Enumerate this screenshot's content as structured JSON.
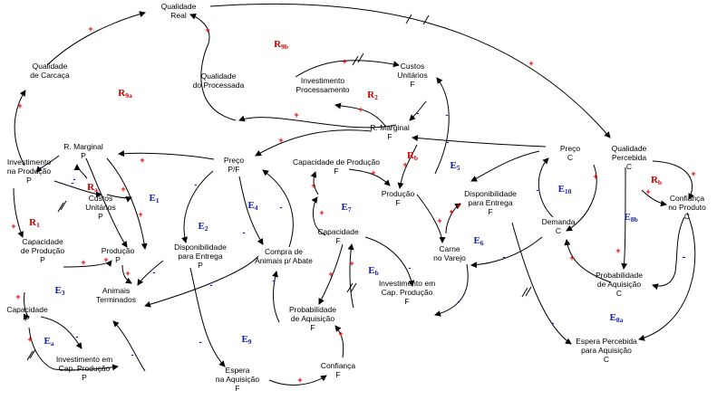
{
  "variables": [
    {
      "id": "qualidade-real",
      "lines": [
        "Qualidade",
        "Real"
      ]
    },
    {
      "id": "qualidade-carcaca",
      "lines": [
        "Qualidade",
        "de Carcaça"
      ]
    },
    {
      "id": "qualidade-processada",
      "lines": [
        "Qualidade",
        "do Processada"
      ]
    },
    {
      "id": "investimento-processamento",
      "lines": [
        "Investimento",
        "Processamento"
      ]
    },
    {
      "id": "custos-unitarios-f",
      "lines": [
        "Custos",
        "Unitários",
        "F"
      ]
    },
    {
      "id": "r-marginal-f",
      "lines": [
        "R. Marginal",
        "F"
      ]
    },
    {
      "id": "r-marginal-p",
      "lines": [
        "R. Marginal",
        "P"
      ]
    },
    {
      "id": "preco-pf",
      "lines": [
        "Preço",
        "P/F"
      ]
    },
    {
      "id": "preco-c",
      "lines": [
        "Preço",
        "C"
      ]
    },
    {
      "id": "qualidade-percebida-c",
      "lines": [
        "Qualidade",
        "Percebida",
        "C"
      ]
    },
    {
      "id": "investimento-producao-p",
      "lines": [
        "Investimento",
        "na Produção",
        "P"
      ]
    },
    {
      "id": "custos-unitarios-p",
      "lines": [
        "Custos",
        "Unitários",
        "P"
      ]
    },
    {
      "id": "capacidade-producao-p",
      "lines": [
        "Capacidade",
        "de Produção",
        "P"
      ]
    },
    {
      "id": "producao-p",
      "lines": [
        "Produção",
        "P"
      ]
    },
    {
      "id": "animais-terminados",
      "lines": [
        "Animais",
        "Terminados"
      ]
    },
    {
      "id": "disponibilidade-entrega-p",
      "lines": [
        "Disponibilidade",
        "para Entrega",
        "P"
      ]
    },
    {
      "id": "compra-animais",
      "lines": [
        "Compra de",
        "Animais p/ Abate"
      ]
    },
    {
      "id": "capacidade-producao-f",
      "lines": [
        "Capacidade de Produção",
        "F"
      ]
    },
    {
      "id": "producao-f",
      "lines": [
        "Produção",
        "F"
      ]
    },
    {
      "id": "capacidade-f",
      "lines": [
        "Capacidade",
        "F"
      ]
    },
    {
      "id": "carne-varejo",
      "lines": [
        "Carne",
        "no Varejo"
      ]
    },
    {
      "id": "disponibilidade-entrega-f",
      "lines": [
        "Disponibilidade",
        "para Entrega",
        "F"
      ]
    },
    {
      "id": "demanda-c",
      "lines": [
        "Demanda",
        "C"
      ]
    },
    {
      "id": "confianca-produto-c",
      "lines": [
        "Confiança",
        "no Produto",
        "C"
      ]
    },
    {
      "id": "probabilidade-aquisicao-c",
      "lines": [
        "Probabilidade",
        "de Aquisição",
        "C"
      ]
    },
    {
      "id": "probabilidade-aquisicao-f",
      "lines": [
        "Probabilidade",
        "de Aquisição",
        "F"
      ]
    },
    {
      "id": "investimento-cap-producao-f",
      "lines": [
        "Investimento em",
        "Cap. Produção",
        "F"
      ]
    },
    {
      "id": "capacidade-p",
      "lines": [
        "Capacidade",
        "P"
      ]
    },
    {
      "id": "investimento-cap-producao-p",
      "lines": [
        "Investimento em",
        "Cap. Produção",
        "P"
      ]
    },
    {
      "id": "espera-aquisicao-f",
      "lines": [
        "Espera",
        "na Aquisição",
        "F"
      ]
    },
    {
      "id": "confianca-f",
      "lines": [
        "Confiança",
        "F"
      ]
    },
    {
      "id": "espera-percebida-c",
      "lines": [
        "Espera Percebida",
        "para Aquisição",
        "C"
      ]
    }
  ],
  "loops": [
    {
      "id": "r9b",
      "main": "R",
      "sub": "9b",
      "color": "#d00000"
    },
    {
      "id": "r9a",
      "main": "R",
      "sub": "9a",
      "color": "#d00000"
    },
    {
      "id": "r2",
      "main": "R",
      "sub": "2",
      "color": "#d00000"
    },
    {
      "id": "rb-mid",
      "main": "R",
      "sub": "b",
      "color": "#d00000"
    },
    {
      "id": "ra",
      "main": "R",
      "sub": "a",
      "color": "#d00000"
    },
    {
      "id": "r1",
      "main": "R",
      "sub": "1",
      "color": "#d00000"
    },
    {
      "id": "rb-right",
      "main": "R",
      "sub": "b",
      "color": "#d00000"
    },
    {
      "id": "e1",
      "main": "E",
      "sub": "1",
      "color": "#1020b0"
    },
    {
      "id": "e2",
      "main": "E",
      "sub": "2",
      "color": "#1020b0"
    },
    {
      "id": "e3",
      "main": "E",
      "sub": "3",
      "color": "#1020b0"
    },
    {
      "id": "e4",
      "main": "E",
      "sub": "4",
      "color": "#1020b0"
    },
    {
      "id": "e5",
      "main": "E",
      "sub": "5",
      "color": "#1020b0"
    },
    {
      "id": "e6",
      "main": "E",
      "sub": "6",
      "color": "#1020b0"
    },
    {
      "id": "e7",
      "main": "E",
      "sub": "7",
      "color": "#1020b0"
    },
    {
      "id": "e8b",
      "main": "E",
      "sub": "8b",
      "color": "#1020b0"
    },
    {
      "id": "e8a",
      "main": "E",
      "sub": "8a",
      "color": "#1020b0"
    },
    {
      "id": "e9",
      "main": "E",
      "sub": "9",
      "color": "#1020b0"
    },
    {
      "id": "e10",
      "main": "E",
      "sub": "10",
      "color": "#1020b0"
    },
    {
      "id": "ea",
      "main": "E",
      "sub": "a",
      "color": "#1020b0"
    },
    {
      "id": "eb",
      "main": "E",
      "sub": "b",
      "color": "#1020b0"
    }
  ],
  "polarity": {
    "positive": "+",
    "negative": "-"
  },
  "colors": {
    "positive": "#e00000",
    "negative": "#1010c0",
    "link": "#000000"
  }
}
